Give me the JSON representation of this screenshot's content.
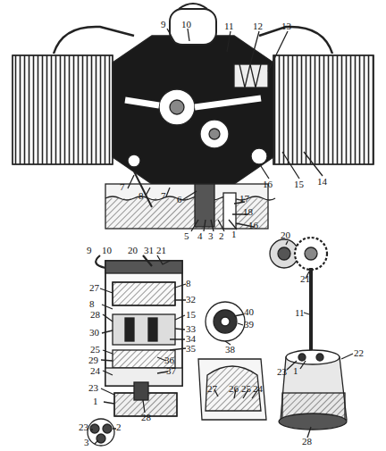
{
  "diagram": {
    "labels": [
      "9",
      "10",
      "11",
      "12",
      "13",
      "7",
      "8",
      "7",
      "6",
      "16",
      "15",
      "14",
      "17",
      "18",
      "16",
      "5",
      "4",
      "3",
      "2",
      "1",
      "9",
      "10",
      "20",
      "31",
      "21",
      "27",
      "8",
      "28",
      "30",
      "25",
      "29",
      "24",
      "8",
      "32",
      "15",
      "33",
      "34",
      "35",
      "36",
      "37",
      "23",
      "1",
      "28",
      "23",
      "2",
      "3",
      "40",
      "39",
      "38",
      "27",
      "26",
      "25",
      "24",
      "20",
      "21",
      "11",
      "22",
      "23",
      "1",
      "28"
    ]
  }
}
